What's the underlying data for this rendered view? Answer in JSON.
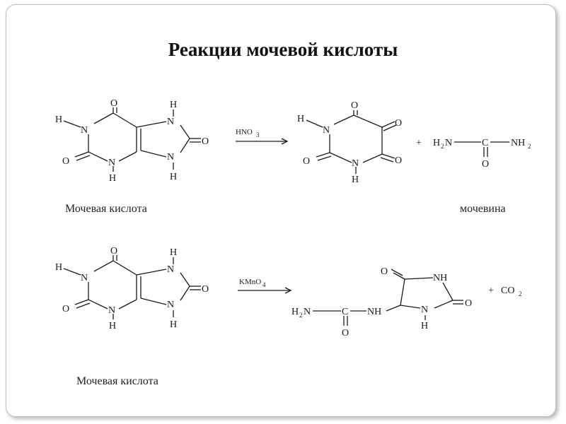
{
  "title": "Реакции мочевой кислоты",
  "captions": {
    "uric_acid_1": "Мочевая кислота",
    "urea": "мочевина",
    "uric_acid_2": "Мочевая кислота"
  },
  "reactions": [
    {
      "reagent": "HNO",
      "reagent_sub": "3",
      "byproduct_plus": "+"
    },
    {
      "reagent": "KMnO",
      "reagent_sub": "4",
      "byproduct_plus": "+",
      "byproduct": "CO",
      "byproduct_sub": "2"
    }
  ],
  "atoms": {
    "H": "H",
    "N": "N",
    "O": "O",
    "C": "C",
    "NH": "NH",
    "H2N": "H",
    "H2N_sub": "2",
    "H2N_N": "N",
    "NH2": "NH",
    "NH2_sub": "2"
  }
}
